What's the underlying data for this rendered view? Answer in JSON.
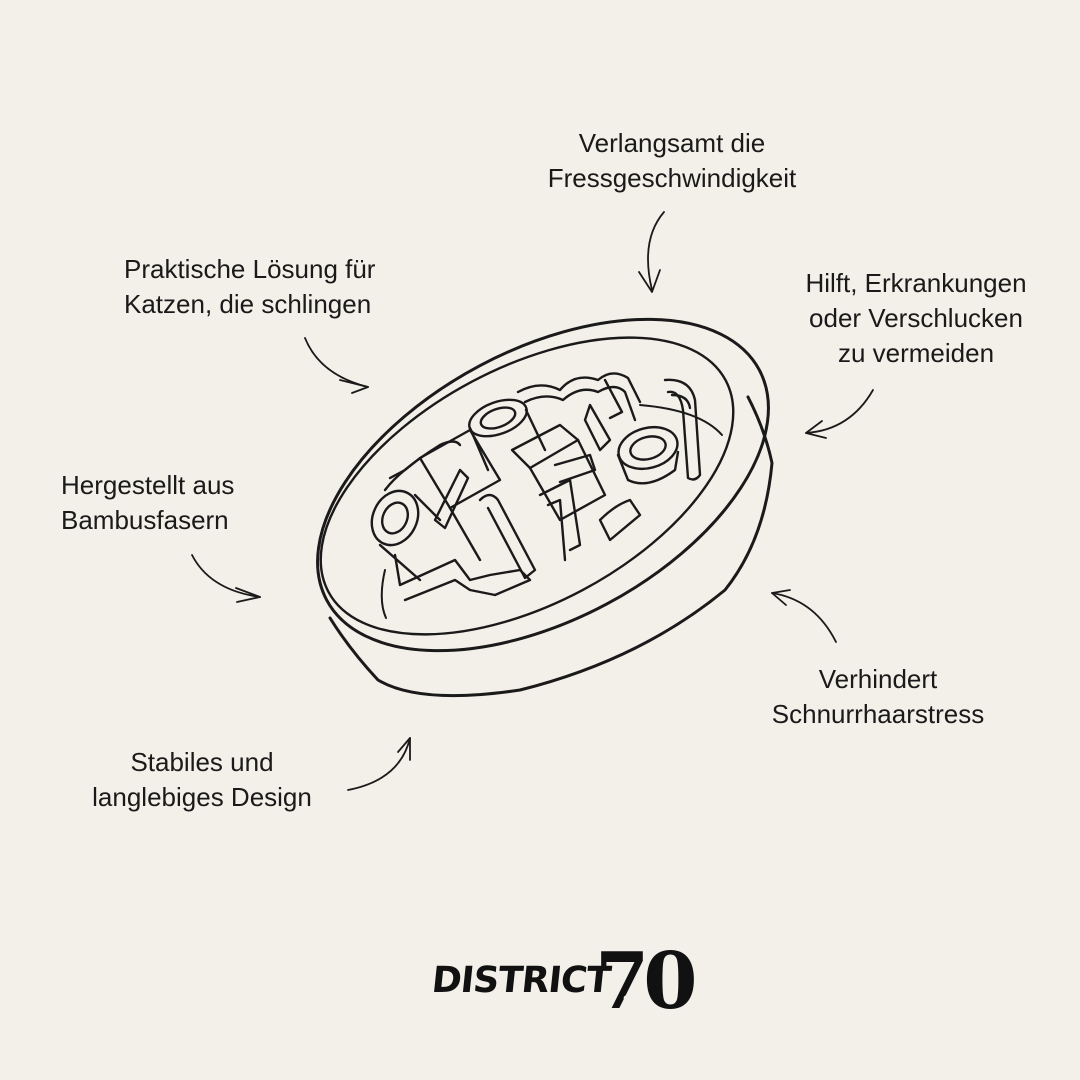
{
  "colors": {
    "background": "#f3efe9",
    "ink": "#1a1a1a"
  },
  "annotations": {
    "slows_eating": [
      "Verlangsamt die",
      "Fressgeschwindigkeit"
    ],
    "practical": [
      "Praktische Lösung für",
      "Katzen, die schlingen"
    ],
    "helps": [
      "Hilft, Erkrankungen",
      "oder Verschlucken",
      "zu vermeiden"
    ],
    "bamboo": [
      "Hergestellt aus",
      "Bambusfasern"
    ],
    "whiskers": [
      "Verhindert",
      "Schnurrhaarstress"
    ],
    "durable": [
      "Stabiles und",
      "langlebiges Design"
    ]
  },
  "logo": {
    "text": "DISTRICT",
    "number": "70",
    "icon": "paw-icon"
  }
}
